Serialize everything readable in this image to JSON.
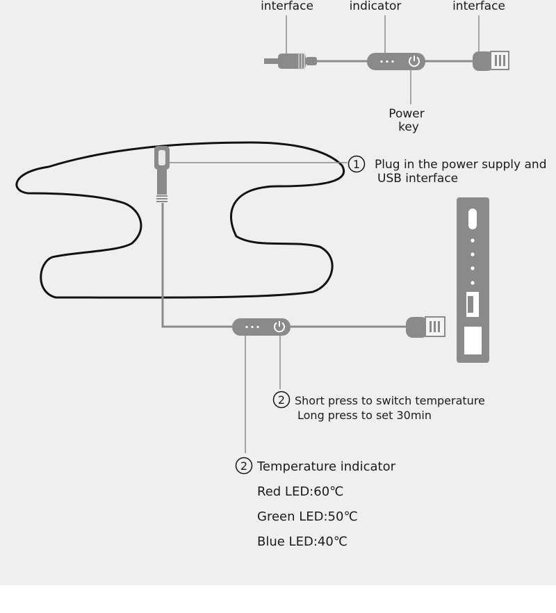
{
  "top_labels": {
    "left_interface": "interface",
    "indicator": "indicator",
    "right_interface": "interface",
    "power_key_line1": "Power",
    "power_key_line2": "key"
  },
  "step1": {
    "number": "1",
    "line1": "Plug in the power supply and",
    "line2": "USB interface"
  },
  "step2_switch": {
    "number": "2",
    "line1": "Short press to switch temperature",
    "line2": "Long press to set 30min"
  },
  "step2_indicator": {
    "number": "2",
    "title": "Temperature indicator",
    "red": "Red LED:60℃",
    "green": "Green LED:50℃",
    "blue": "Blue LED:40℃"
  },
  "colors": {
    "background": "#efefef",
    "device_gray": "#8a8a8a",
    "outline": "#111111"
  },
  "icons": [
    "dc-plug-icon",
    "control-box-icon",
    "power-button-icon",
    "usb-plug-icon",
    "power-bank-icon",
    "heating-pad-outline"
  ]
}
